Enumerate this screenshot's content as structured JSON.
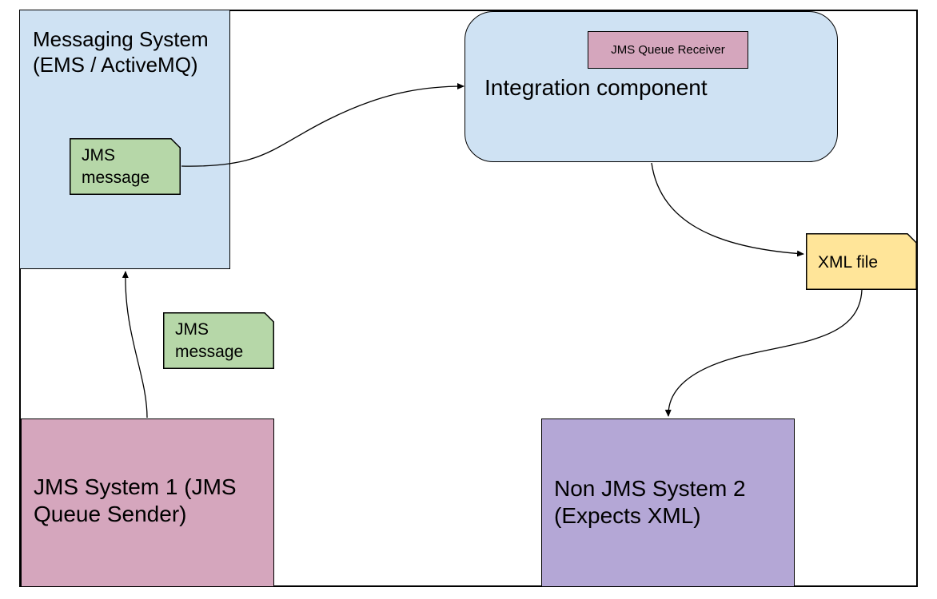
{
  "diagram": {
    "messaging_system": {
      "label": "Messaging System (EMS / ActiveMQ)"
    },
    "integration_component": {
      "label": "Integration component"
    },
    "queue_receiver": {
      "label": "JMS Queue Receiver"
    },
    "jms_system_1": {
      "label": "JMS System 1 (JMS Queue Sender)"
    },
    "non_jms_system_2": {
      "label": "Non JMS System 2 (Expects XML)"
    },
    "jms_message_in_queue": {
      "label": "JMS message"
    },
    "jms_message_sent": {
      "label": "JMS message"
    },
    "xml_file": {
      "label": "XML file"
    }
  },
  "colors": {
    "light_blue": "#cfe2f3",
    "pink": "#d5a6bd",
    "purple": "#b4a7d6",
    "green": "#b6d7a8",
    "yellow": "#ffe599"
  }
}
